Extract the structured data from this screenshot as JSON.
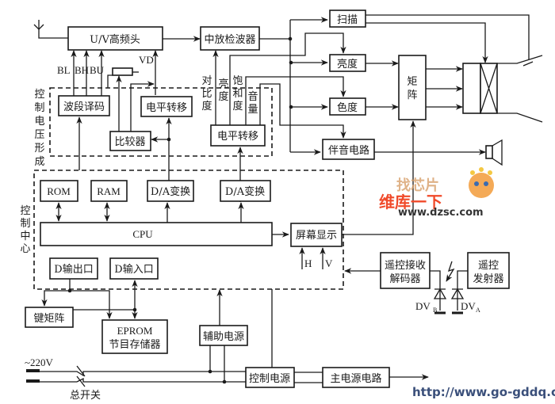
{
  "blocks": {
    "tuner": "U/V高频头",
    "if_detector": "中放检波器",
    "scan": "扫描",
    "brightness": "亮度",
    "chroma": "色度",
    "sound": "伴音电路",
    "matrix_l1": "矩",
    "matrix_l2": "阵",
    "band_decoder": "波段译码",
    "level_shift_1": "电平转移",
    "comparator": "比较器",
    "level_shift_2": "电平转移",
    "rom": "ROM",
    "ram": "RAM",
    "da1": "D/A变换",
    "da2": "D/A变换",
    "cpu": "CPU",
    "osd": "屏幕显示",
    "d_out": "D输出口",
    "d_in": "D输入口",
    "remote_rx_l1": "遥控接收",
    "remote_rx_l2": "解码器",
    "remote_tx_l1": "遥控",
    "remote_tx_l2": "发射器",
    "key_matrix": "键矩阵",
    "eprom_l1": "EPROM",
    "eprom_l2": "节目存储器",
    "aux_power": "辅助电源",
    "ctrl_power": "控制电源",
    "main_power": "主电源电路"
  },
  "labels": {
    "bl": "BL",
    "bh": "BH",
    "bu": "BU",
    "vd": "VD",
    "contrast": [
      "对",
      "比",
      "度"
    ],
    "brightness_v": [
      "亮",
      "度"
    ],
    "saturation": [
      "饱",
      "和",
      "度"
    ],
    "volume": [
      "音",
      "量"
    ],
    "h": "H",
    "v": "V",
    "dv": "DV",
    "dv_b_sub": "B",
    "dv_a_sub": "A",
    "ac": "~220V",
    "main_switch": "总开关"
  },
  "groups": {
    "voltage_forming": [
      "控",
      "制",
      "电",
      "压",
      "形",
      "成"
    ],
    "control_center": [
      "控",
      "制",
      "中",
      "心"
    ]
  },
  "watermarks": {
    "logo_top": "找芯片",
    "logo_main": "维库一下",
    "logo_url": "www.dzsc.com",
    "footer_url": "http://www.go-gddq.com"
  }
}
